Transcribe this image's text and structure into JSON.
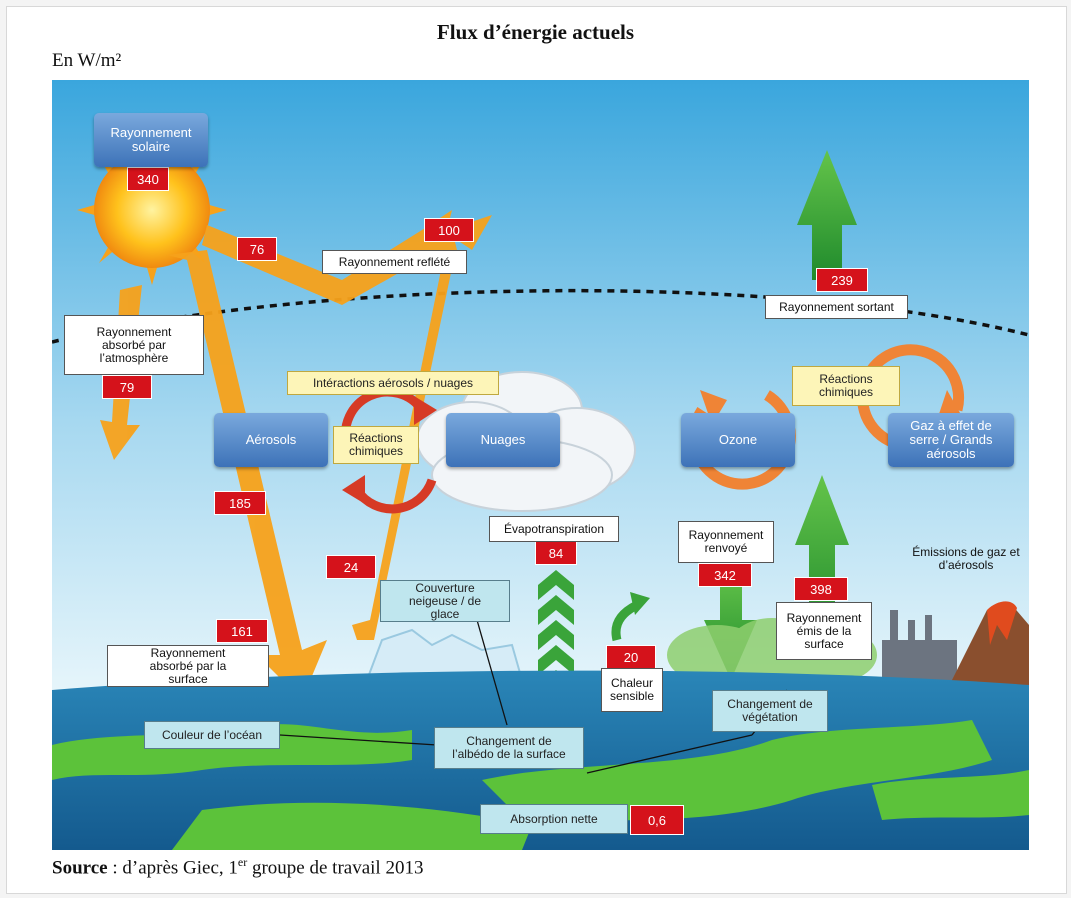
{
  "title": "Flux d’énergie actuels",
  "unit": "En W/m²",
  "source": {
    "label": "Source",
    "text_before": " : d’après Giec, 1",
    "sup": "er",
    "text_after": " groupe de travail 2013"
  },
  "values": {
    "solar": "340",
    "reflected_atmosphere": "76",
    "reflected_total": "100",
    "outgoing": "239",
    "absorbed_atmosphere": "79",
    "aerosols_path": "185",
    "reflected_surface": "24",
    "absorbed_surface": "161",
    "evapotranspiration": "84",
    "sensible_heat": "20",
    "back_radiation": "342",
    "surface_emission": "398",
    "net_absorption": "0,6"
  },
  "labels": {
    "solar": "Rayonnement solaire",
    "reflected": "Rayonnement reflété",
    "outgoing": "Rayonnement sortant",
    "absorbed_atmosphere": "Rayonnement absorbé par l’atmosphère",
    "aerosol_cloud": "Intéractions aérosols / nuages",
    "chem_left": "Réactions chimiques",
    "chem_right": "Réactions chimiques",
    "aerosols": "Aérosols",
    "clouds": "Nuages",
    "ozone": "Ozone",
    "ghg": "Gaz à effet de serre / Grands aérosols",
    "evapotranspiration": "Évapotranspiration",
    "back_radiation": "Rayonnement renvoyé",
    "emissions": "Émissions de gaz et d’aérosols",
    "snow": "Couverture neigeuse / de glace",
    "surface_emission": "Rayonnement émis de la surface",
    "sensible_heat": "Chaleur sensible",
    "absorbed_surface": "Rayonnement absorbé par la surface",
    "vegetation": "Changement de végétation",
    "ocean_color": "Couleur de l’océan",
    "albedo": "Changement de l’albédo de la surface",
    "net_absorption": "Absorption nette"
  },
  "colors": {
    "value_box": "#d5121b",
    "shortwave_arrow": "#f7a21b",
    "longwave_arrow": "#3aa43a",
    "sky_top": "#3aa6dd",
    "ocean": "#1b6aa3",
    "land": "#5cc23a"
  }
}
